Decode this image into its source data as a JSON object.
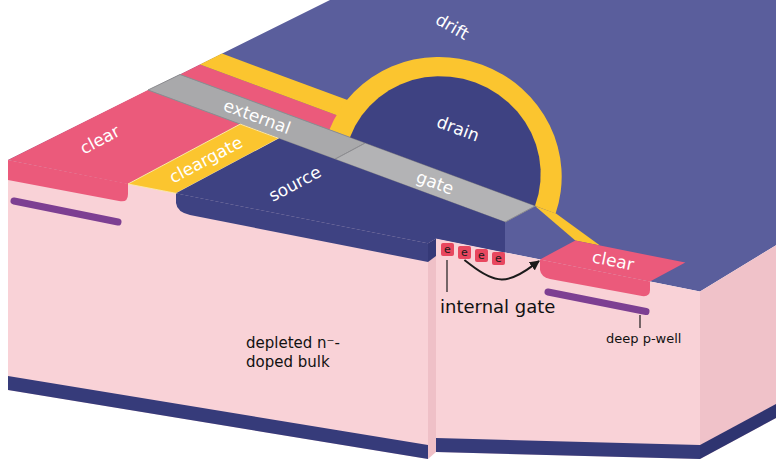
{
  "diagram": {
    "nodes": [
      {
        "text": [
          "clear"
        ]
      },
      {
        "text": [
          "external"
        ]
      },
      {
        "text": [
          "cleargate"
        ]
      },
      {
        "text": [
          "gate"
        ]
      },
      {
        "text": [
          "drain"
        ]
      },
      {
        "text": [
          "source"
        ]
      },
      {
        "text": [
          "e"
        ]
      },
      {
        "text": [
          "e"
        ]
      },
      {
        "text": [
          "e"
        ]
      },
      {
        "text": [
          "e"
        ]
      },
      {
        "text": [
          "clear"
        ]
      }
    ],
    "edges": [
      {
        "from": 7,
        "to": 10,
        "arrow": "to"
      }
    ],
    "labels": [
      "drift",
      "internal gate",
      "depleted n⁻-doped bulk",
      "deep p-well"
    ]
  }
}
